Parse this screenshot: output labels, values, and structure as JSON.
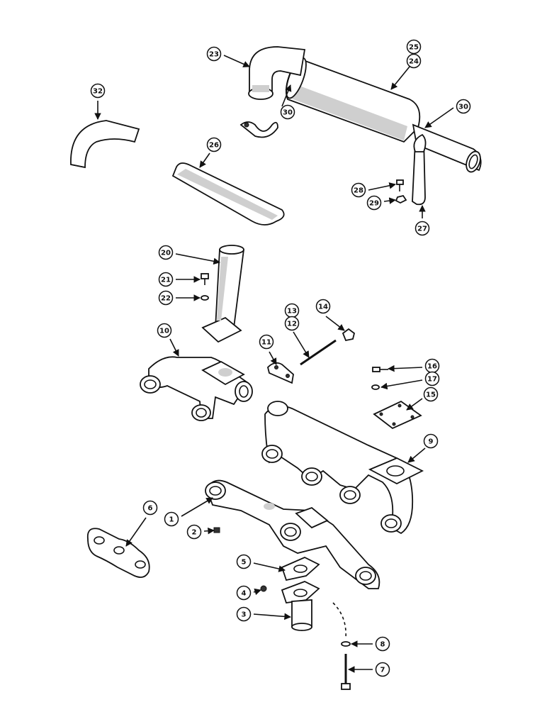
{
  "callouts": [
    {
      "id": "c23",
      "label": "23"
    },
    {
      "id": "c25",
      "label": "25"
    },
    {
      "id": "c24",
      "label": "24"
    },
    {
      "id": "c32",
      "label": "32"
    },
    {
      "id": "c30a",
      "label": "30"
    },
    {
      "id": "c30b",
      "label": "30"
    },
    {
      "id": "c26",
      "label": "26"
    },
    {
      "id": "c28",
      "label": "28"
    },
    {
      "id": "c29",
      "label": "29"
    },
    {
      "id": "c27",
      "label": "27"
    },
    {
      "id": "c20",
      "label": "20"
    },
    {
      "id": "c21",
      "label": "21"
    },
    {
      "id": "c22",
      "label": "22"
    },
    {
      "id": "c13",
      "label": "13"
    },
    {
      "id": "c12",
      "label": "12"
    },
    {
      "id": "c14",
      "label": "14"
    },
    {
      "id": "c10",
      "label": "10"
    },
    {
      "id": "c11",
      "label": "11"
    },
    {
      "id": "c16",
      "label": "16"
    },
    {
      "id": "c17",
      "label": "17"
    },
    {
      "id": "c15",
      "label": "15"
    },
    {
      "id": "c9",
      "label": "9"
    },
    {
      "id": "c6",
      "label": "6"
    },
    {
      "id": "c1",
      "label": "1"
    },
    {
      "id": "c2",
      "label": "2"
    },
    {
      "id": "c5",
      "label": "5"
    },
    {
      "id": "c4",
      "label": "4"
    },
    {
      "id": "c3",
      "label": "3"
    },
    {
      "id": "c8",
      "label": "8"
    },
    {
      "id": "c7",
      "label": "7"
    }
  ]
}
